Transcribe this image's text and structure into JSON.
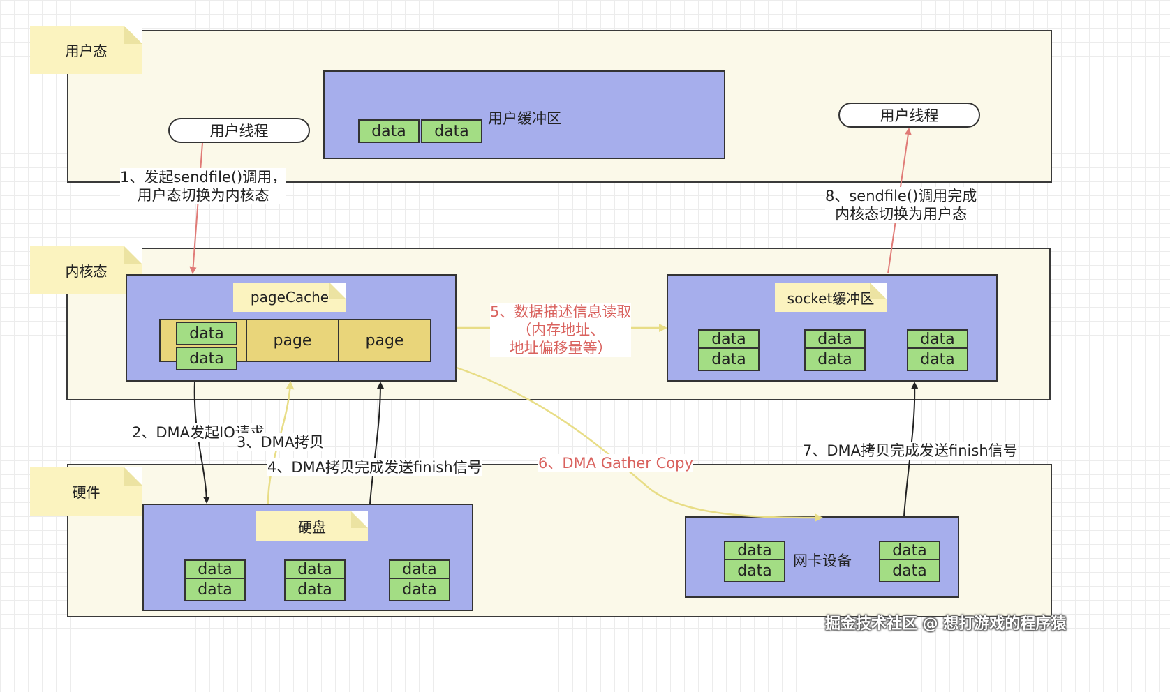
{
  "regions": {
    "user": "用户态",
    "kernel": "内核态",
    "hardware": "硬件"
  },
  "user_space": {
    "buffer_title": "用户缓冲区",
    "buffer_cells": [
      "data",
      "data"
    ],
    "thread_left": "用户线程",
    "thread_right": "用户线程"
  },
  "kernel_space": {
    "pagecache_title": "pageCache",
    "pagecache_cells": [
      "data",
      "page",
      "data"
    ],
    "pages": [
      "page",
      "page"
    ],
    "socket_title": "socket缓冲区",
    "socket_cells": [
      [
        "data",
        "data"
      ],
      [
        "data",
        "data"
      ],
      [
        "data",
        "data"
      ]
    ]
  },
  "hardware_space": {
    "disk_title": "硬盘",
    "disk_cells": [
      [
        "data",
        "data"
      ],
      [
        "data",
        "data"
      ],
      [
        "data",
        "data"
      ]
    ],
    "nic_title": "网卡设备",
    "nic_cells": [
      [
        "data",
        "data"
      ],
      [
        "data",
        "data"
      ]
    ]
  },
  "steps": {
    "s1_line1": "1、发起sendfile()调用，",
    "s1_line2": "用户态切换为内核态",
    "s2": "2、DMA发起IO请求",
    "s3": "3、DMA拷贝",
    "s4": "4、DMA拷贝完成发送finish信号",
    "s5_line1": "5、数据描述信息读取",
    "s5_line2": "（内存地址、",
    "s5_line3": "地址偏移量等）",
    "s6": "6、DMA Gather Copy",
    "s7": "7、DMA拷贝完成发送finish信号",
    "s8_line1": "8、sendfile()调用完成",
    "s8_line2": "内核态切换为用户态"
  },
  "watermark": "掘金技术社区 @ 想打游戏的程序猿",
  "colors": {
    "region_fill": "#fbf9e9",
    "note_fill": "#fbf3bf",
    "box_fill": "#a6aeec",
    "cell_fill": "#a3dd84",
    "page_fill": "#e9d57a",
    "red_arrow": "#e07b77",
    "yellow_arrow": "#e8dd86",
    "black_arrow": "#222222"
  }
}
